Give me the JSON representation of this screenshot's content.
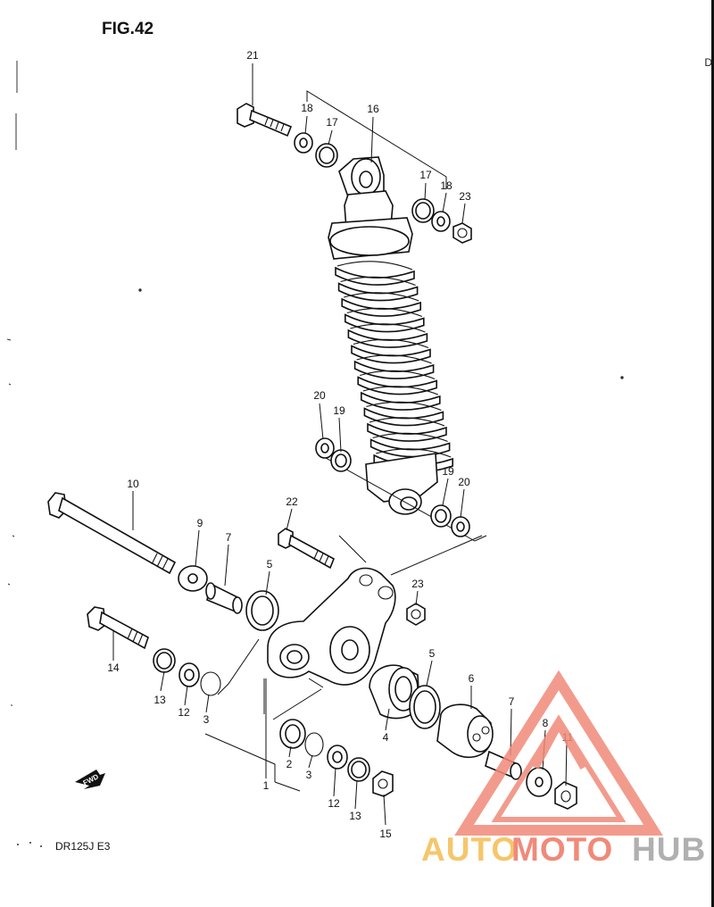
{
  "figure_title": "FIG.42",
  "model_label": "DR125J  E3",
  "edge_letter": "D",
  "fwd_label": "FWD",
  "watermark": {
    "auto": "AUTO",
    "moto": "MOTO",
    "hub": "HUB",
    "colors": {
      "auto": "#f5c66b",
      "moto": "#f08a7a",
      "hub": "#b0b0b0",
      "logo": "#f08a7a"
    }
  },
  "callouts": {
    "p1": "1",
    "p2": "2",
    "p3a": "3",
    "p3b": "3",
    "p4": "4",
    "p5a": "5",
    "p5b": "5",
    "p6": "6",
    "p7a": "7",
    "p7b": "7",
    "p8": "8",
    "p9": "9",
    "p10": "10",
    "p11": "11",
    "p12a": "12",
    "p12b": "12",
    "p13a": "13",
    "p13b": "13",
    "p14": "14",
    "p15": "15",
    "p16": "16",
    "p17a": "17",
    "p17b": "17",
    "p18a": "18",
    "p18b": "18",
    "p19a": "19",
    "p19b": "19",
    "p20a": "20",
    "p20b": "20",
    "p21": "21",
    "p22": "22",
    "p23a": "23",
    "p23b": "23"
  }
}
